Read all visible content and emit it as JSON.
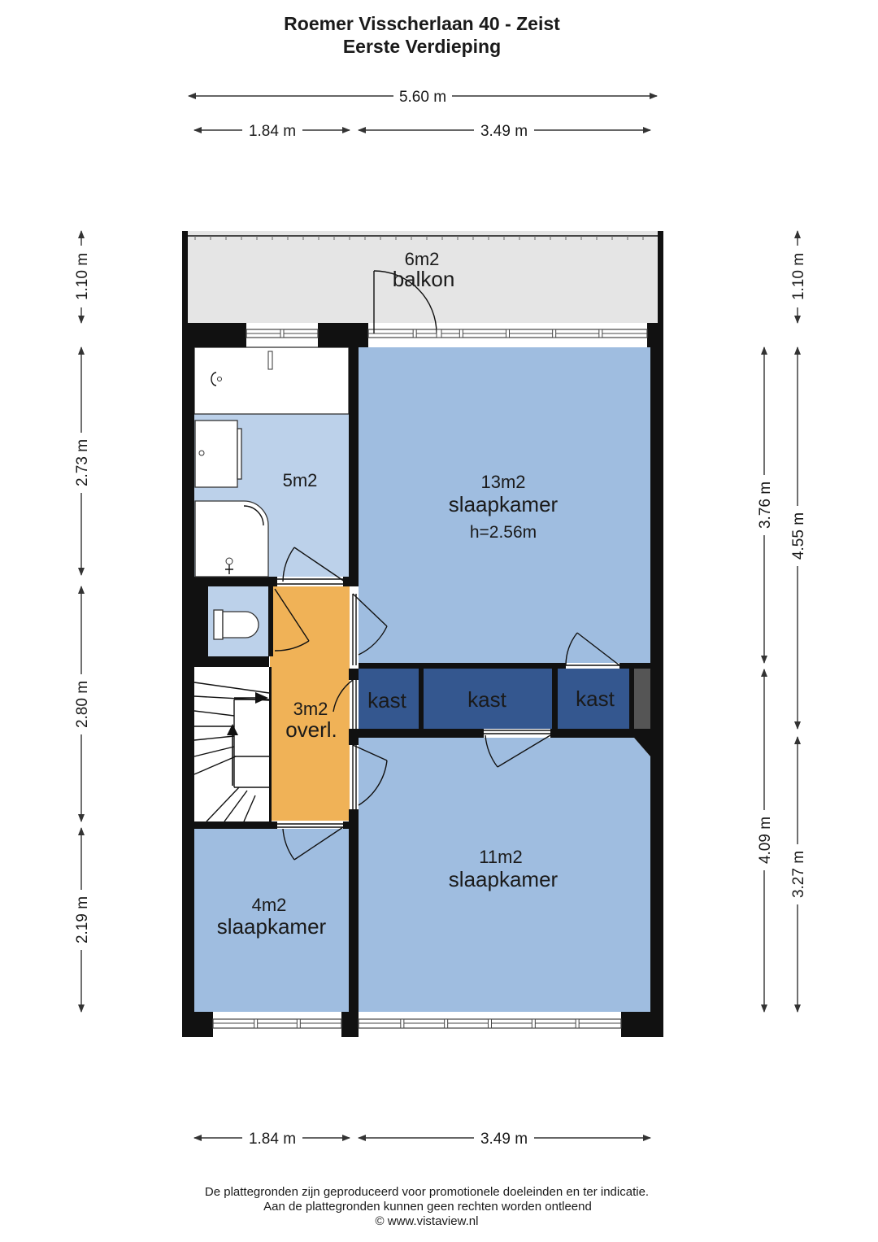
{
  "header": {
    "title": "Roemer Visscherlaan 40 - Zeist",
    "subtitle": "Eerste Verdieping"
  },
  "dimensions": {
    "top_total": "5.60 m",
    "top_left": "1.84 m",
    "top_right": "3.49 m",
    "bottom_left": "1.84 m",
    "bottom_right": "3.49 m",
    "left_balcony": "1.10 m",
    "left_1": "2.73 m",
    "left_2": "2.80 m",
    "left_3": "2.19 m",
    "right_balcony": "1.10 m",
    "right_inner_1": "3.76 m",
    "right_inner_2": "4.09 m",
    "right_outer_1": "4.55 m",
    "right_outer_2": "3.27 m"
  },
  "rooms": {
    "balkon": {
      "area": "6m2",
      "name": "balkon"
    },
    "bathroom": {
      "area": "5m2"
    },
    "slaapkamer_1": {
      "area": "13m2",
      "name": "slaapkamer",
      "height": "h=2.56m"
    },
    "overloop": {
      "area": "3m2",
      "name": "overl."
    },
    "kast_1": {
      "name": "kast"
    },
    "kast_2": {
      "name": "kast"
    },
    "kast_3": {
      "name": "kast"
    },
    "slaapkamer_2": {
      "area": "11m2",
      "name": "slaapkamer"
    },
    "slaapkamer_3": {
      "area": "4m2",
      "name": "slaapkamer"
    }
  },
  "colors": {
    "room_blue": "#9fbde0",
    "bath_blue": "#bcd1ea",
    "landing_orange": "#f0b257",
    "closet_navy": "#34578f",
    "balcony_grey": "#e5e5e5",
    "wall": "#111111"
  },
  "footer": {
    "line1": "De plattegronden zijn geproduceerd voor promotionele doeleinden en ter indicatie.",
    "line2": "Aan de plattegronden kunnen geen rechten worden ontleend",
    "line3": "© www.vistaview.nl"
  }
}
